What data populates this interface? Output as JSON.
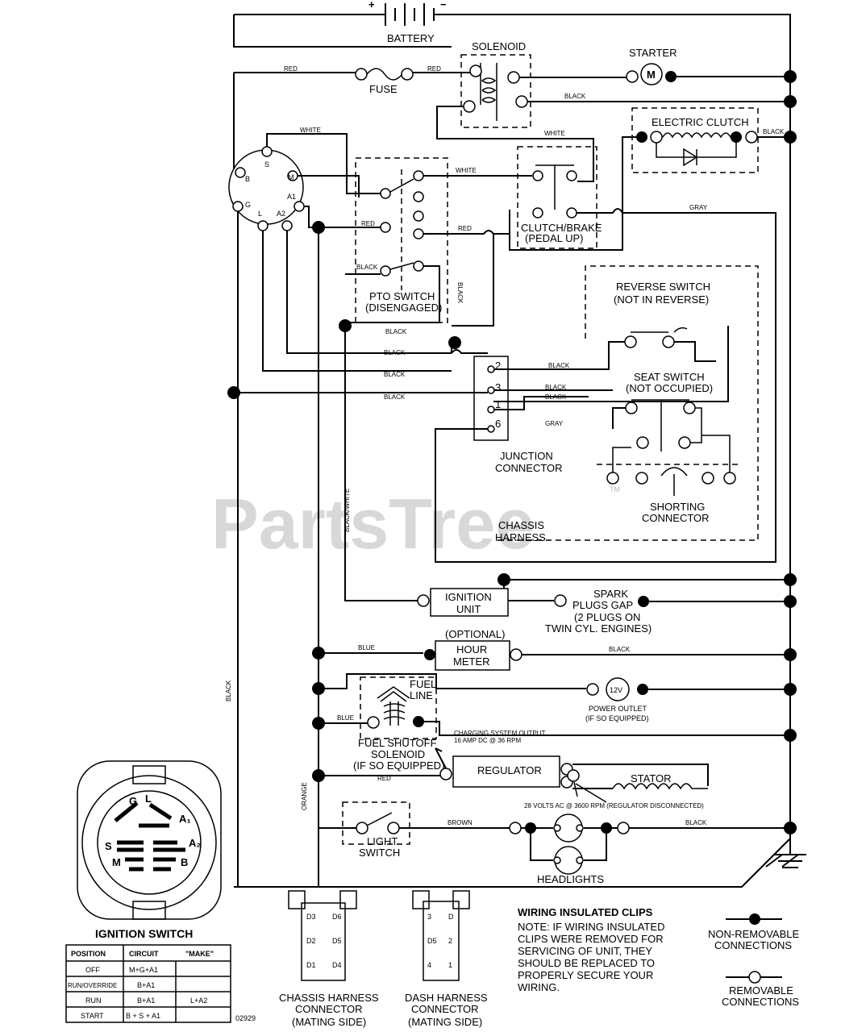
{
  "watermark": "PartsTree",
  "tm": "TM",
  "labels": {
    "battery": "BATTERY",
    "battery_plus": "+",
    "battery_minus": "−",
    "solenoid": "SOLENOID",
    "starter": "STARTER",
    "starter_m": "M",
    "fuse": "FUSE",
    "electric_clutch": "ELECTRIC CLUTCH",
    "pto_switch": [
      "PTO SWITCH",
      "(DISENGAGED)"
    ],
    "clutch_brake": [
      "CLUTCH/BRAKE",
      "(PEDAL UP)"
    ],
    "reverse_switch": [
      "REVERSE SWITCH",
      "(NOT IN REVERSE)"
    ],
    "seat_switch": [
      "SEAT SWITCH",
      "(NOT OCCUPIED)"
    ],
    "junction_connector": [
      "JUNCTION",
      "CONNECTOR"
    ],
    "shorting_connector": [
      "SHORTING",
      "CONNECTOR"
    ],
    "chassis_harness": [
      "CHASSIS",
      "HARNESS"
    ],
    "ignition_unit": [
      "IGNITION",
      "UNIT"
    ],
    "spark_plugs": [
      "SPARK",
      "PLUGS GAP",
      "(2 PLUGS ON",
      "TWIN CYL. ENGINES)"
    ],
    "hour_meter": [
      "(OPTIONAL)",
      "HOUR",
      "METER"
    ],
    "fuel_line": [
      "FUEL",
      "LINE"
    ],
    "power_outlet": [
      "POWER OUTLET",
      "(IF SO EQUIPPED)"
    ],
    "power_outlet_v": "12V",
    "fuel_solenoid": [
      "FUEL SHUTOFF",
      "SOLENOID",
      "(IF SO EQUIPPED)"
    ],
    "charging": [
      "CHARGING SYSTEM OUTPUT",
      "16 AMP DC @ 36 RPM"
    ],
    "regulator": "REGULATOR",
    "stator": "STATOR",
    "volts_ac": "28 VOLTS AC @ 3600 RPM (REGULATOR DISCONNECTED)",
    "light_switch": [
      "LIGHT",
      "SWITCH"
    ],
    "headlights": "HEADLIGHTS",
    "ignition_switch": "IGNITION SWITCH",
    "ignition_letters": [
      "G",
      "L",
      "A₁",
      "S",
      "A₂",
      "M",
      "B"
    ],
    "ign_terminals": [
      "S",
      "M",
      "B",
      "A1",
      "G",
      "L",
      "A2"
    ],
    "junction_pins": [
      "2",
      "3",
      "1",
      "6"
    ],
    "chassis_conn": [
      "CHASSIS HARNESS",
      "CONNECTOR",
      "(MATING SIDE)"
    ],
    "dash_conn": [
      "DASH HARNESS",
      "CONNECTOR",
      "(MATING SIDE)"
    ],
    "chassis_pins": [
      "D3",
      "D6",
      "D2",
      "D5",
      "D1",
      "D4"
    ],
    "dash_pins": [
      "3",
      "D",
      "D5",
      "2",
      "4",
      "1"
    ],
    "part_no": "02929",
    "clips_title": "WIRING INSULATED CLIPS",
    "clips_note": [
      "NOTE: IF WIRING INSULATED",
      "CLIPS WERE REMOVED FOR",
      "SERVICING OF UNIT, THEY",
      "SHOULD BE REPLACED TO",
      "PROPERLY SECURE YOUR",
      "WIRING."
    ],
    "legend_nonremovable": [
      "NON-REMOVABLE",
      "CONNECTIONS"
    ],
    "legend_removable": [
      "REMOVABLE",
      "CONNECTIONS"
    ]
  },
  "wire_colors": {
    "red": "RED",
    "white": "WHITE",
    "black": "BLACK",
    "gray": "GRAY",
    "blue": "BLUE",
    "brown": "BROWN",
    "orange": "ORANGE",
    "black_white": "BLACK/WHITE"
  },
  "table": {
    "headers": [
      "POSITION",
      "CIRCUIT",
      "\"MAKE\""
    ],
    "rows": [
      [
        "OFF",
        "M+G+A1",
        ""
      ],
      [
        "RUN/OVERRIDE",
        "B+A1",
        ""
      ],
      [
        "RUN",
        "B+A1",
        "L+A2"
      ],
      [
        "START",
        "B + S + A1",
        ""
      ]
    ]
  }
}
